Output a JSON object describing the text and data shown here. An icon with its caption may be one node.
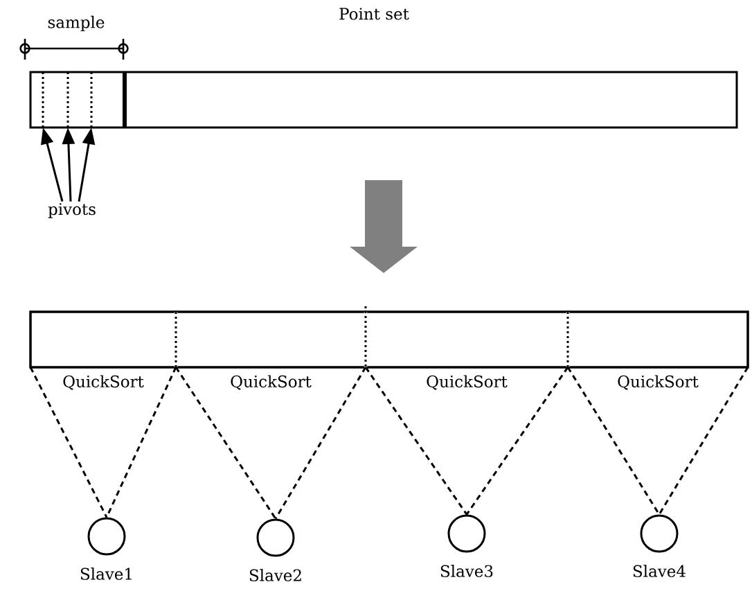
{
  "diagram": {
    "nodes": [
      {
        "text": [
          "Point set"
        ]
      },
      {
        "text": [],
        "shape": "line",
        "in": 0
      },
      {
        "text": [],
        "shape": "line",
        "in": 0
      },
      {
        "text": [],
        "shape": "line",
        "in": 0
      },
      {
        "text": [
          "pivots"
        ]
      },
      {
        "text": [],
        "shape": "bar"
      },
      {
        "text": [],
        "shape": "box",
        "in": 5,
        "beside": [
          "QuickSort"
        ]
      },
      {
        "text": [],
        "shape": "box",
        "in": 5,
        "beside": [
          "QuickSort"
        ]
      },
      {
        "text": [],
        "shape": "box",
        "in": 5,
        "beside": [
          "QuickSort"
        ]
      },
      {
        "text": [],
        "shape": "box",
        "in": 5,
        "beside": [
          "QuickSort"
        ]
      },
      {
        "text": [],
        "shape": "circle",
        "beside": [
          "Slave1"
        ]
      },
      {
        "text": [],
        "shape": "circle",
        "beside": [
          "Slave2"
        ]
      },
      {
        "text": [],
        "shape": "circle",
        "beside": [
          "Slave3"
        ]
      },
      {
        "text": [],
        "shape": "circle",
        "beside": [
          "Slave4"
        ]
      }
    ],
    "edges": [
      {
        "from": 0,
        "to": 5,
        "arrow": "to",
        "style": "thick",
        "color": "#808080"
      },
      {
        "from": 4,
        "to": 1,
        "arrow": "to"
      },
      {
        "from": 4,
        "to": 2,
        "arrow": "to"
      },
      {
        "from": 4,
        "to": 3,
        "arrow": "to"
      },
      {
        "from": 6,
        "to": 10,
        "arrow": "none",
        "style": "dashed"
      },
      {
        "from": 6,
        "to": 10,
        "arrow": "none",
        "style": "dashed"
      },
      {
        "from": 7,
        "to": 11,
        "arrow": "none",
        "style": "dashed"
      },
      {
        "from": 7,
        "to": 11,
        "arrow": "none",
        "style": "dashed"
      },
      {
        "from": 8,
        "to": 12,
        "arrow": "none",
        "style": "dashed"
      },
      {
        "from": 8,
        "to": 12,
        "arrow": "none",
        "style": "dashed"
      },
      {
        "from": 9,
        "to": 13,
        "arrow": "none",
        "style": "dashed"
      },
      {
        "from": 9,
        "to": 13,
        "arrow": "none",
        "style": "dashed"
      }
    ],
    "labels": [
      "sample"
    ]
  }
}
